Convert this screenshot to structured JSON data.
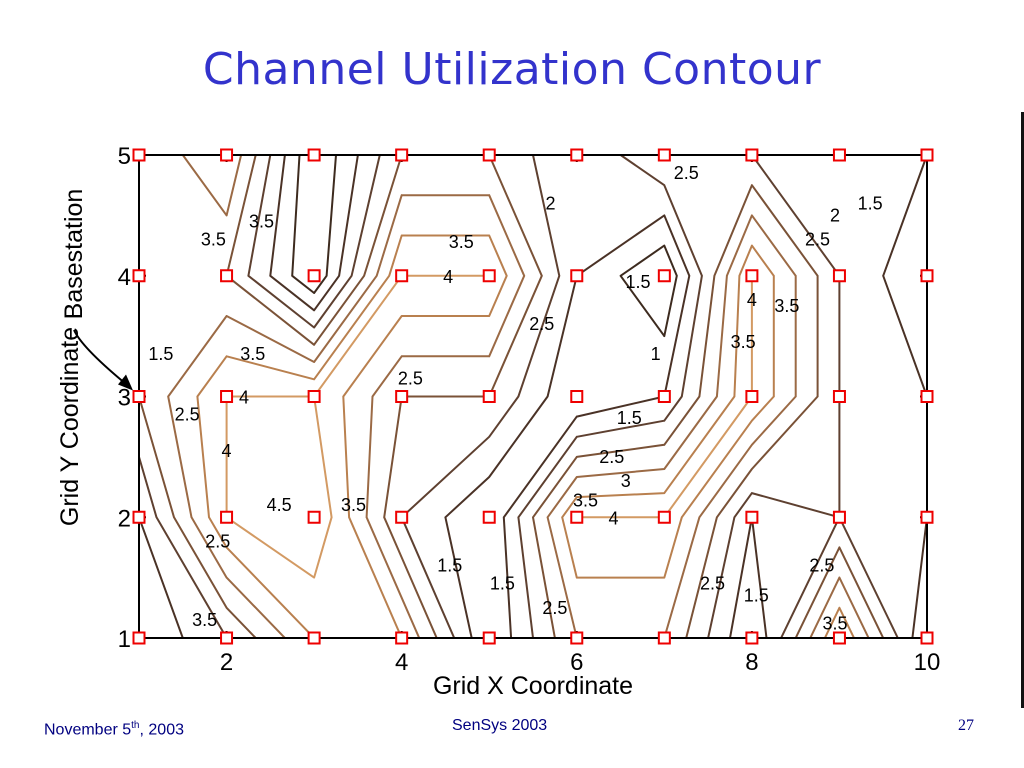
{
  "slide": {
    "title": "Channel Utilization Contour",
    "footer": {
      "date_main": "November 5",
      "date_sup": "th",
      "date_year": ", 2003",
      "conference": "SenSys 2003",
      "page_number": "27"
    }
  },
  "chart_data": {
    "type": "contour",
    "xlabel": "Grid X Coordinate",
    "ylabel": "Grid Y Coordinate",
    "xlim": [
      1,
      10
    ],
    "ylim": [
      1,
      5
    ],
    "xticks": [
      2,
      4,
      6,
      8,
      10
    ],
    "yticks": [
      1,
      2,
      3,
      4,
      5
    ],
    "x_grid": [
      1,
      2,
      3,
      4,
      5,
      6,
      7,
      8,
      9,
      10
    ],
    "y_grid": [
      1,
      2,
      3,
      4,
      5
    ],
    "z": [
      [
        1.0,
        2.0,
        3.5,
        3.5,
        1.0,
        3.0,
        3.0,
        1.0,
        4.0,
        1.0
      ],
      [
        1.5,
        4.0,
        4.5,
        2.0,
        1.0,
        4.0,
        4.0,
        1.5,
        2.0,
        1.5
      ],
      [
        2.5,
        4.0,
        4.0,
        2.5,
        2.5,
        1.0,
        1.5,
        4.0,
        2.0,
        1.5
      ],
      [
        2.5,
        2.5,
        0.5,
        4.0,
        4.0,
        1.5,
        0.5,
        4.0,
        2.0,
        1.0
      ],
      [
        2.5,
        3.5,
        0.5,
        2.5,
        2.5,
        1.5,
        2.5,
        2.0,
        1.5,
        1.5
      ]
    ],
    "levels": [
      0.5,
      1,
      1.5,
      2,
      2.5,
      3,
      3.5,
      4,
      4.5
    ],
    "level_colors": [
      "#2a1a10",
      "#3d2b1f",
      "#4a3226",
      "#5e4030",
      "#7a5237",
      "#9b6a45",
      "#b9804f",
      "#d39a63",
      "#e2c08a"
    ],
    "contour_labels": [
      {
        "text": "1.5",
        "x": 6.6,
        "y": 2.82
      },
      {
        "text": "2.5",
        "x": 6.4,
        "y": 2.5
      },
      {
        "text": "3",
        "x": 6.56,
        "y": 2.3
      },
      {
        "text": "3.5",
        "x": 6.1,
        "y": 2.14
      },
      {
        "text": "4",
        "x": 6.42,
        "y": 1.99
      },
      {
        "text": "4",
        "x": 4.53,
        "y": 3.99
      },
      {
        "text": "3.5",
        "x": 4.68,
        "y": 4.28
      },
      {
        "text": "4",
        "x": 2.2,
        "y": 2.99
      },
      {
        "text": "4",
        "x": 2.0,
        "y": 2.55
      },
      {
        "text": "4.5",
        "x": 2.6,
        "y": 2.1
      },
      {
        "text": "3.5",
        "x": 2.3,
        "y": 3.35
      },
      {
        "text": "3.5",
        "x": 3.45,
        "y": 2.1
      },
      {
        "text": "1.5",
        "x": 1.25,
        "y": 3.35
      },
      {
        "text": "2.5",
        "x": 1.55,
        "y": 2.85
      },
      {
        "text": "1.5",
        "x": 4.55,
        "y": 1.6
      },
      {
        "text": "1.5",
        "x": 5.15,
        "y": 1.45
      },
      {
        "text": "2.5",
        "x": 5.75,
        "y": 1.25
      },
      {
        "text": "2.5",
        "x": 4.1,
        "y": 3.15
      },
      {
        "text": "2.5",
        "x": 5.6,
        "y": 3.6
      },
      {
        "text": "2",
        "x": 5.7,
        "y": 4.6
      },
      {
        "text": "2.5",
        "x": 7.25,
        "y": 4.85
      },
      {
        "text": "1.5",
        "x": 6.7,
        "y": 3.95
      },
      {
        "text": "1",
        "x": 6.9,
        "y": 3.35
      },
      {
        "text": "3.5",
        "x": 8.4,
        "y": 3.75
      },
      {
        "text": "3.5",
        "x": 7.9,
        "y": 3.45
      },
      {
        "text": "4",
        "x": 8.0,
        "y": 3.8
      },
      {
        "text": "2.5",
        "x": 8.75,
        "y": 4.3
      },
      {
        "text": "2",
        "x": 8.95,
        "y": 4.5
      },
      {
        "text": "1.5",
        "x": 9.35,
        "y": 4.6
      },
      {
        "text": "2.5",
        "x": 7.55,
        "y": 1.45
      },
      {
        "text": "1.5",
        "x": 8.05,
        "y": 1.35
      },
      {
        "text": "3.5",
        "x": 8.95,
        "y": 1.12
      },
      {
        "text": "2.5",
        "x": 8.8,
        "y": 1.6
      },
      {
        "text": "3.5",
        "x": 2.4,
        "y": 4.45
      },
      {
        "text": "3.5",
        "x": 1.85,
        "y": 4.3
      },
      {
        "text": "2.5",
        "x": 1.9,
        "y": 1.8
      },
      {
        "text": "3.5",
        "x": 1.75,
        "y": 1.15
      }
    ],
    "markers": {
      "shape": "square",
      "color": "#ee0000",
      "grid": "all x_grid × y_grid points"
    },
    "grid_lines": false,
    "annotation": {
      "text": "Basestation",
      "target_x": 1,
      "target_y": 3
    }
  }
}
